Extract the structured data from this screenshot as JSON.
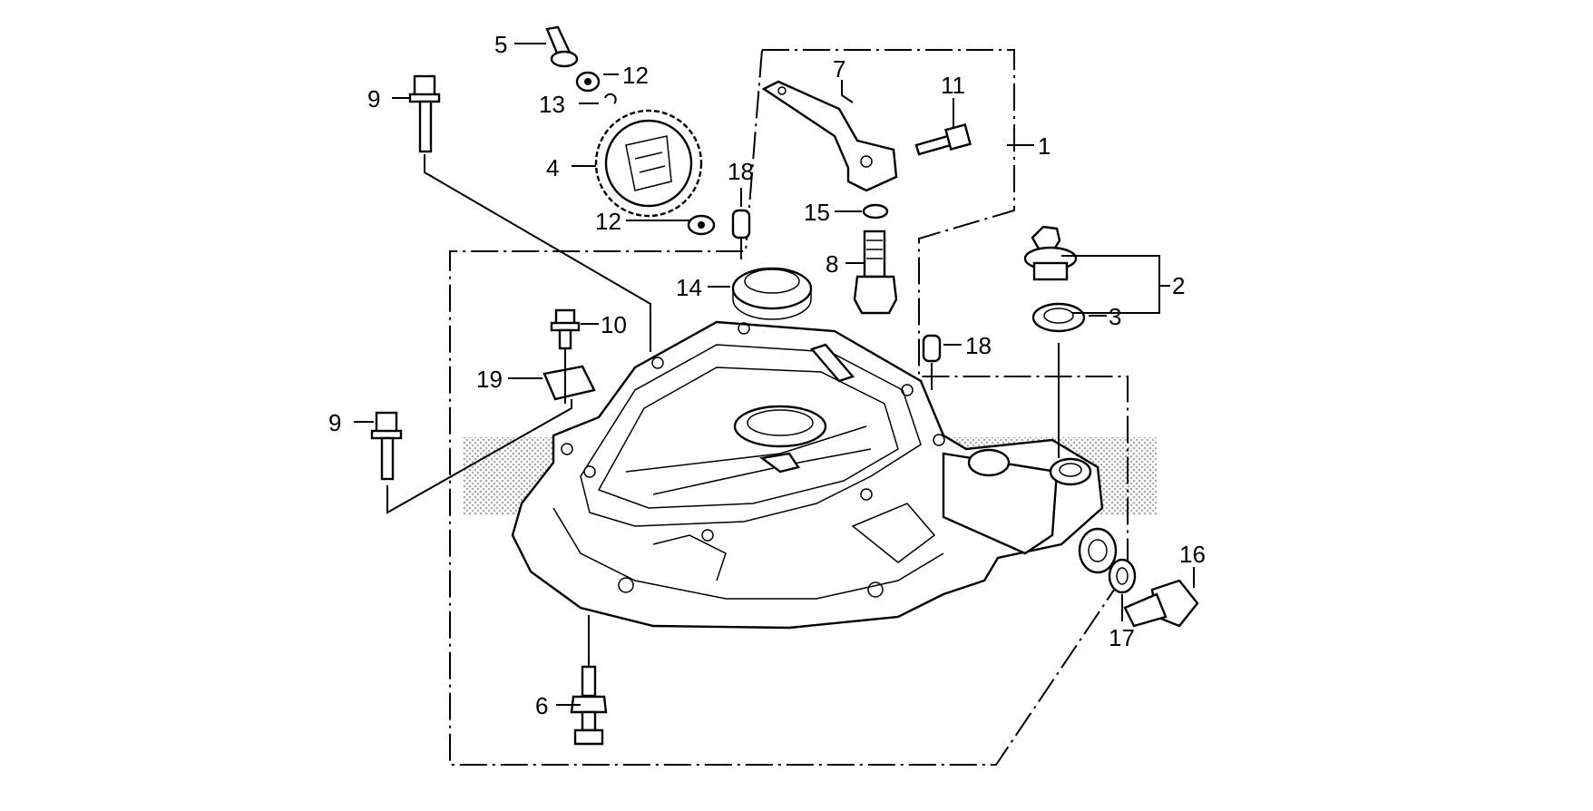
{
  "callouts": {
    "c1": "1",
    "c2": "2",
    "c3": "3",
    "c4": "4",
    "c5": "5",
    "c6": "6",
    "c7": "7",
    "c8": "8",
    "c9a": "9",
    "c9b": "9",
    "c10": "10",
    "c11": "11",
    "c12a": "12",
    "c12b": "12",
    "c13": "13",
    "c14": "14",
    "c15": "15",
    "c16": "16",
    "c17": "17",
    "c18a": "18",
    "c18b": "18",
    "c19": "19"
  },
  "colors": {
    "ink": "#000000",
    "background": "#ffffff",
    "shade": "#b0b0b0"
  }
}
